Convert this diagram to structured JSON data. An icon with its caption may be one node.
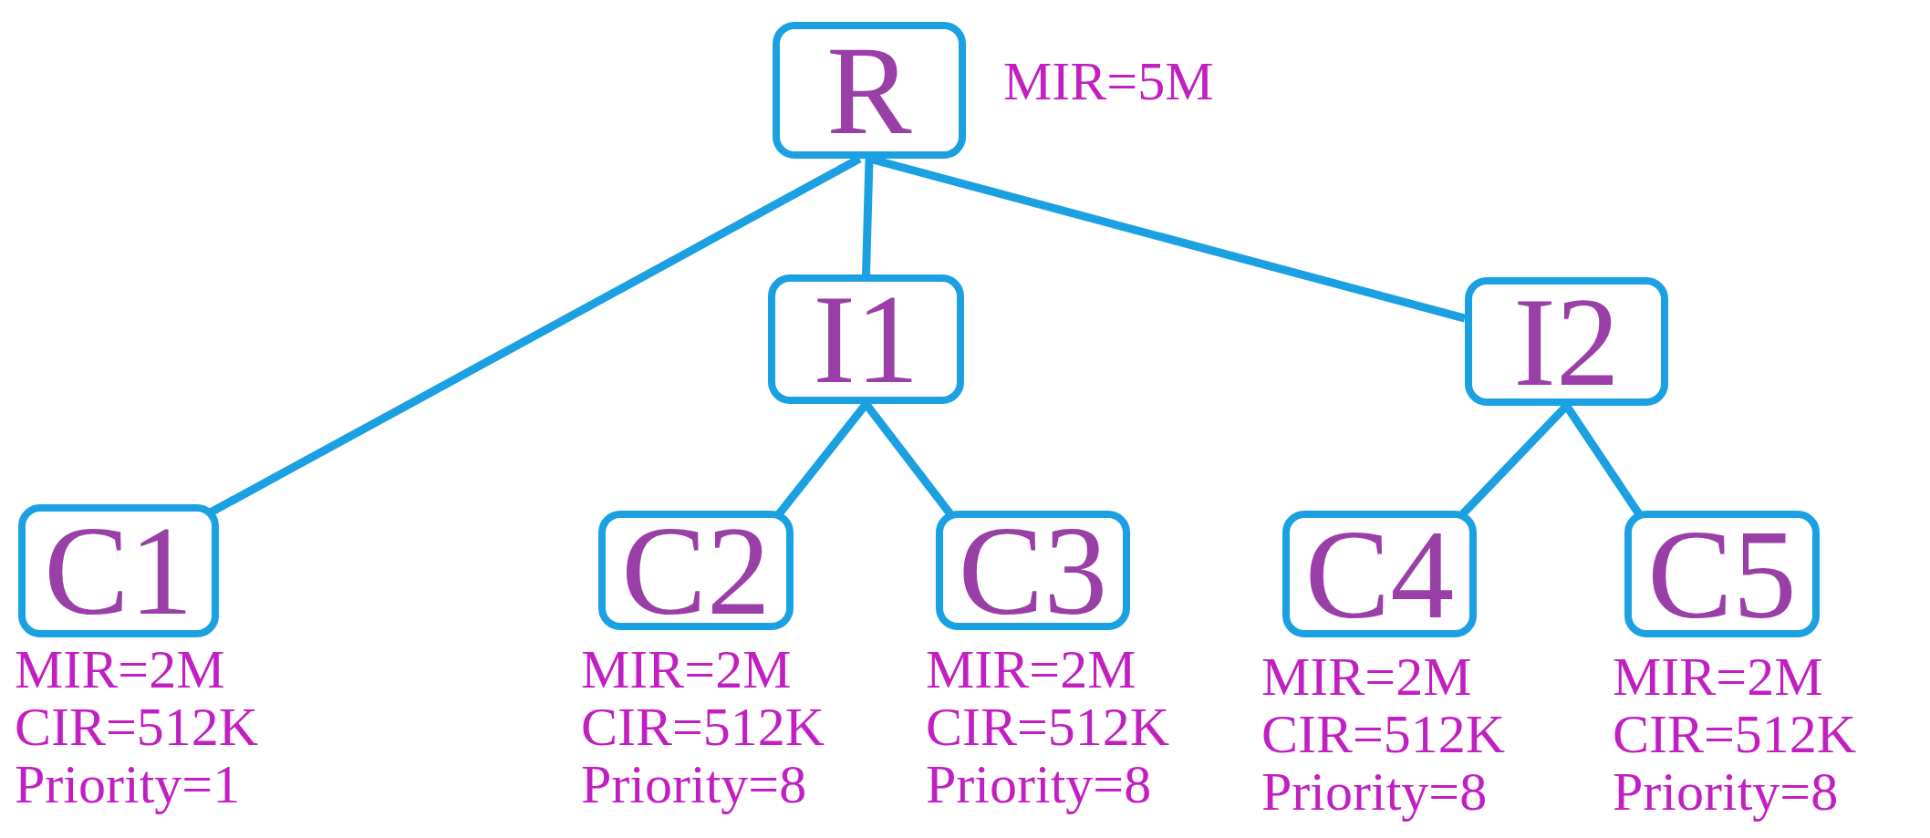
{
  "diagram": {
    "nodes": [
      {
        "text": [
          "R"
        ],
        "beside": [
          "MIR=5M"
        ]
      },
      {
        "text": [
          "I1"
        ]
      },
      {
        "text": [
          "I2"
        ]
      },
      {
        "text": [
          "C1"
        ],
        "beside": [
          "MIR=2M",
          "CIR=512K",
          "Priority=1"
        ]
      },
      {
        "text": [
          "C2"
        ],
        "beside": [
          "MIR=2M",
          "CIR=512K",
          "Priority=8"
        ]
      },
      {
        "text": [
          "C3"
        ],
        "beside": [
          "MIR=2M",
          "CIR=512K",
          "Priority=8"
        ]
      },
      {
        "text": [
          "C4"
        ],
        "beside": [
          "MIR=2M",
          "CIR=512K",
          "Priority=8"
        ]
      },
      {
        "text": [
          "C5"
        ],
        "beside": [
          "MIR=2M",
          "CIR=512K",
          "Priority=8"
        ]
      }
    ],
    "edges": [
      {
        "from": 0,
        "to": 3,
        "arrow": "none"
      },
      {
        "from": 0,
        "to": 1,
        "arrow": "none"
      },
      {
        "from": 0,
        "to": 2,
        "arrow": "none"
      },
      {
        "from": 1,
        "to": 4,
        "arrow": "none"
      },
      {
        "from": 1,
        "to": 5,
        "arrow": "none"
      },
      {
        "from": 2,
        "to": 6,
        "arrow": "none"
      },
      {
        "from": 2,
        "to": 7,
        "arrow": "none"
      }
    ]
  }
}
